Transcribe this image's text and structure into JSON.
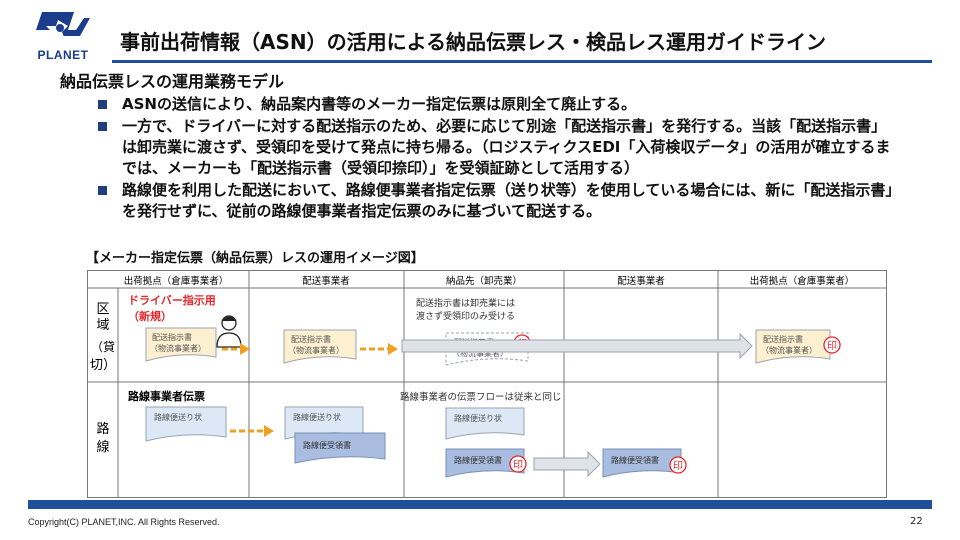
{
  "brand": {
    "logo_text": "PLANET"
  },
  "header": {
    "title": "事前出荷情報（ASN）の活用による納品伝票レス・検品レス運用ガイドライン"
  },
  "section": {
    "subtitle": "納品伝票レスの運用業務モデル"
  },
  "bullets": [
    {
      "text": "ASNの送信により、納品案内書等のメーカー指定伝票は原則全て廃止する。"
    },
    {
      "text": "一方で、ドライバーに対する配送指示のため、必要に応じて別途「配送指示書」を発行する。当該「配送指示書」は卸売業に渡さず、受領印を受けて発点に持ち帰る。（ロジスティクスEDI「入荷検収データ」の活用が確立するまでは、メーカーも「配送指示書（受領印捺印）」を受領証跡として活用する）"
    },
    {
      "text": "路線便を利用した配送において、路線便事業者指定伝票（送り状等）を使用している場合には、新に「配送指示書」を発行せずに、従前の路線便事業者指定伝票のみに基づいて配送する。"
    }
  ],
  "diagram": {
    "title": "【メーカー指定伝票（納品伝票）レスの運用イメージ図】",
    "columns": [
      "出荷拠点（倉庫事業者）",
      "配送事業者",
      "納品先（卸売業）",
      "配送事業者",
      "出荷拠点（倉庫事業者）"
    ],
    "rows": {
      "regional": {
        "label_1": "区",
        "label_2": "域",
        "label_3": "（貸",
        "label_4": "切）"
      },
      "route": {
        "label_1": "路",
        "label_2": "線"
      }
    },
    "driver_label": "ドライバー指示用",
    "driver_sub": "（新規）",
    "doc_label_1": "配送指示書",
    "doc_label_2": "（物流事業者）",
    "seal": "印",
    "note_1": "配送指示書は卸売業には",
    "note_2": "渡さず受領印のみ受ける",
    "route_header": "路線事業者伝票",
    "route_note": "路線事業者の伝票フローは従来と同じ",
    "slip_label": "路線便送り状",
    "receipt_label": "路線便受領書",
    "colors": {
      "accent": "#1f4e9c",
      "red": "#e8262a",
      "arrow": "#f0a020",
      "doc_yellow": "#fdf0d0",
      "doc_blue": "#dce8f6",
      "doc_dark_blue": "#a8bde0"
    }
  },
  "footer": {
    "copyright": "Copyright(C) PLANET,INC. All Rights Reserved.",
    "page": "22"
  }
}
